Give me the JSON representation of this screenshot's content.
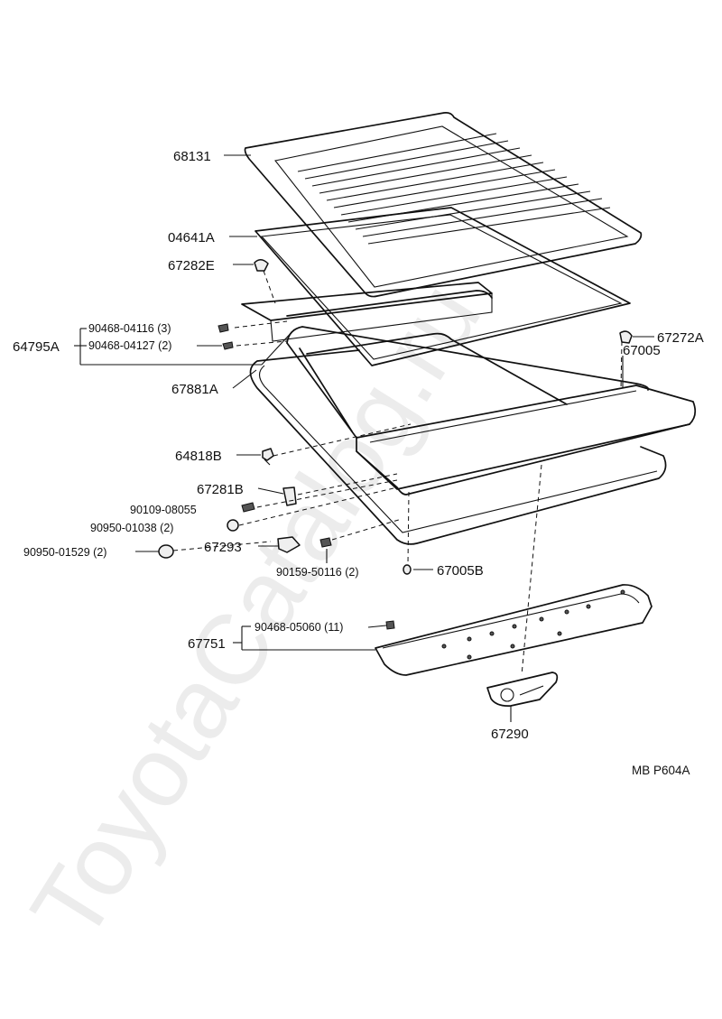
{
  "watermark": "ToyotaCatalog.ru",
  "reference": "MB  P604A",
  "labels": {
    "p68131": "68131",
    "p04641A": "04641A",
    "p67282E": "67282E",
    "p64795A": "64795A",
    "p90468_04116": "90468-04116 (3)",
    "p90468_04127": "90468-04127 (2)",
    "p67272A": "67272A",
    "p67005": "67005",
    "p67881A": "67881A",
    "p64818B": "64818B",
    "p67281B": "67281B",
    "p90109_08055": "90109-08055",
    "p90950_01038": "90950-01038 (2)",
    "p90950_01529": "90950-01529 (2)",
    "p67293": "67293",
    "p90159_50116": "90159-50116 (2)",
    "p67005B": "67005B",
    "p90468_05060": "90468-05060 (11)",
    "p67751": "67751",
    "p67290": "67290"
  }
}
